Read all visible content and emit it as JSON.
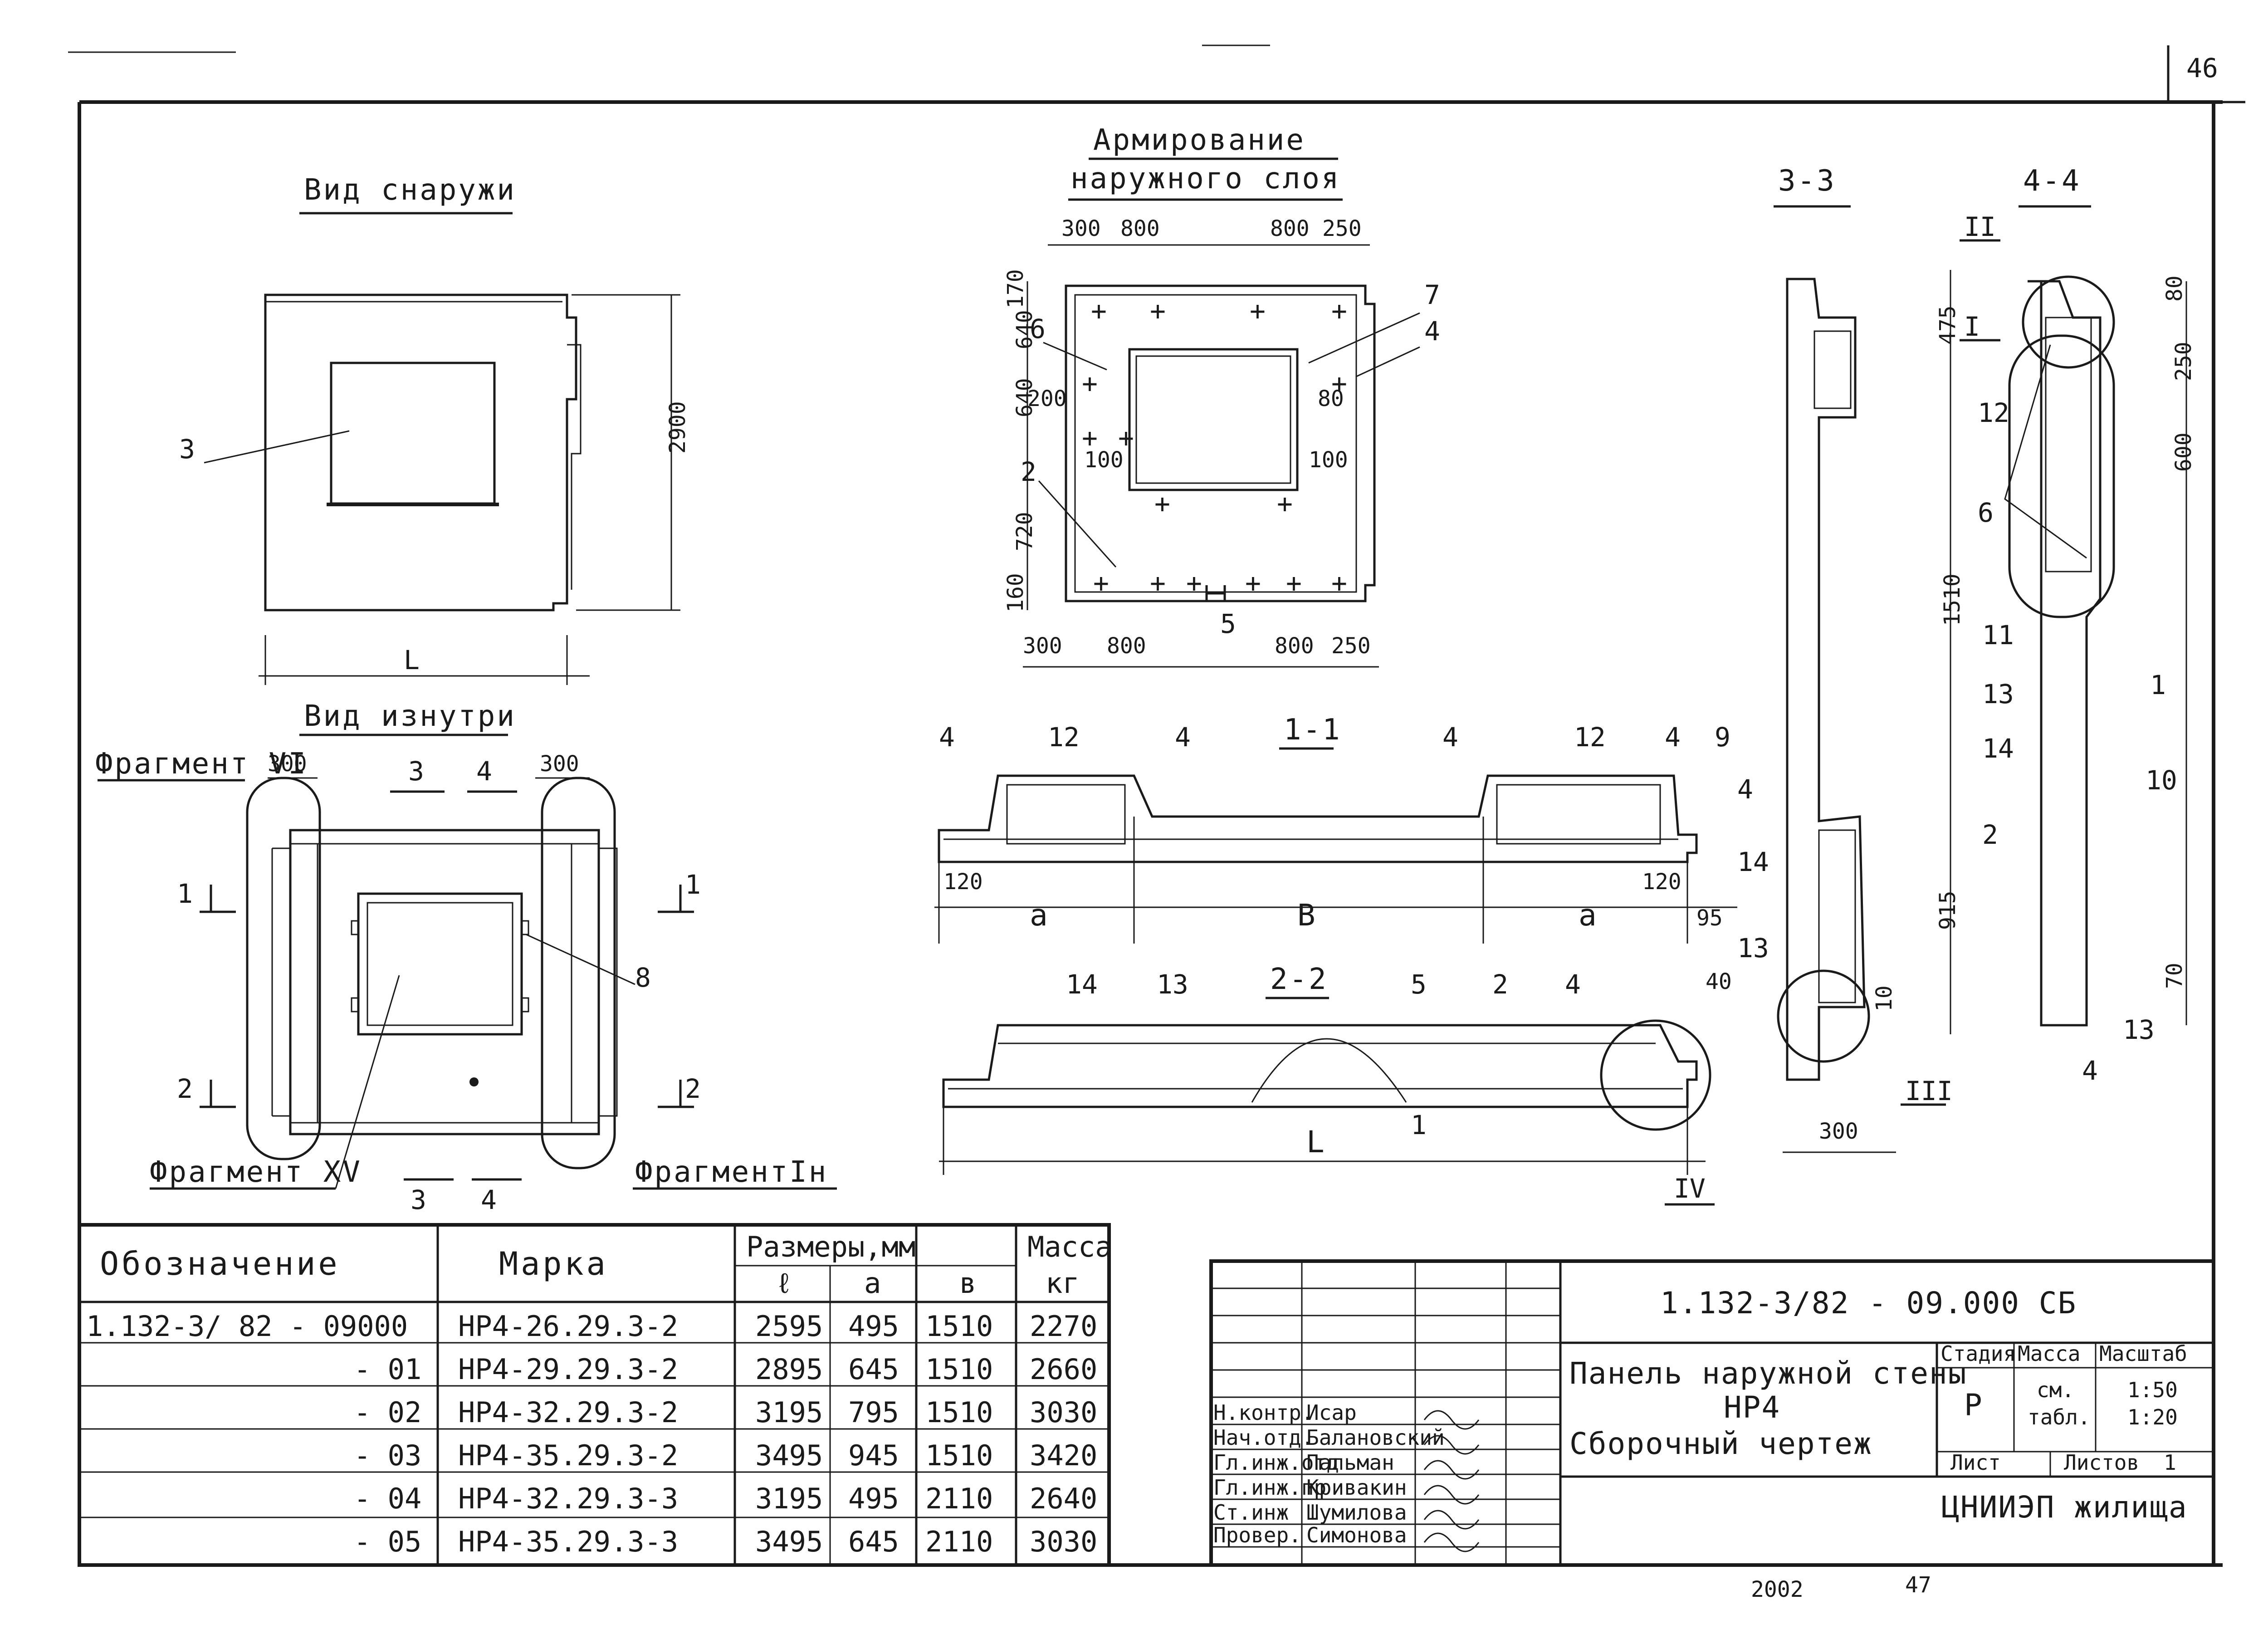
{
  "sheet_number": "46",
  "views": {
    "outside_title": "Вид снаружи",
    "outside_pos": "3",
    "outside_height": "2900",
    "outside_length": "L",
    "inside_title": "Вид изнутри",
    "fragment_vi": "Фрагмент VI",
    "fragment_xv": "Фрагмент XV",
    "fragment_in": "ФрагментIн",
    "inside_dim_left": "300",
    "inside_dim_right": "300",
    "inside_cut3": "3",
    "inside_cut4": "4",
    "inside_cut1": "1",
    "inside_cut2": "2",
    "inside_pos8": "8"
  },
  "reinforcement": {
    "title1": "Армирование",
    "title2": "наружного слоя",
    "top_dims": [
      "300",
      "800",
      "800",
      "250"
    ],
    "bottom_dims": [
      "300",
      "800",
      "800",
      "250"
    ],
    "left_dims": [
      "170",
      "640",
      "640",
      "720",
      "160"
    ],
    "inner_dims": [
      "200",
      "100",
      "100",
      "80"
    ],
    "positions": [
      "6",
      "7",
      "4",
      "2",
      "5"
    ]
  },
  "section_1_1": {
    "title": "1-1",
    "labels": [
      "4",
      "12",
      "4",
      "4",
      "12",
      "4",
      "9"
    ],
    "dims": [
      "120",
      "a",
      "B",
      "a",
      "120",
      "95"
    ]
  },
  "section_2_2": {
    "title": "2-2",
    "labels": [
      "14",
      "13",
      "5",
      "2",
      "4",
      "40",
      "1"
    ],
    "length": "L",
    "fragment": "IV"
  },
  "section_3_3": {
    "title": "3-3",
    "dims": [
      "475",
      "1510",
      "915",
      "10",
      "300"
    ],
    "labels": [
      "4",
      "14",
      "13"
    ],
    "fragment": "III"
  },
  "section_4_4": {
    "title": "4-4",
    "fragments": [
      "II",
      "I"
    ],
    "dims": [
      "80",
      "250",
      "600",
      "70"
    ],
    "labels": [
      "12",
      "6",
      "11",
      "13",
      "14",
      "2",
      "1",
      "10",
      "4",
      "13"
    ]
  },
  "spec_table": {
    "headers": {
      "designation": "Обозначение",
      "mark": "Марка",
      "dims": "Размеры,мм",
      "mass": "Масса",
      "mass_unit": "кг",
      "l": "ℓ",
      "a": "a",
      "b": "в"
    },
    "rows": [
      {
        "des": "1.132-3/ 82 - 09000",
        "mark": "НР4-26.29.3-2",
        "l": "2595",
        "a": "495",
        "b": "1510",
        "mass": "2270"
      },
      {
        "des": "- 01",
        "mark": "НР4-29.29.3-2",
        "l": "2895",
        "a": "645",
        "b": "1510",
        "mass": "2660"
      },
      {
        "des": "- 02",
        "mark": "НР4-32.29.3-2",
        "l": "3195",
        "a": "795",
        "b": "1510",
        "mass": "3030"
      },
      {
        "des": "- 03",
        "mark": "НР4-35.29.3-2",
        "l": "3495",
        "a": "945",
        "b": "1510",
        "mass": "3420"
      },
      {
        "des": "- 04",
        "mark": "НР4-32.29.3-3",
        "l": "3195",
        "a": "495",
        "b": "2110",
        "mass": "2640"
      },
      {
        "des": "- 05",
        "mark": "НР4-35.29.3-3",
        "l": "3495",
        "a": "645",
        "b": "2110",
        "mass": "3030"
      }
    ]
  },
  "title_block": {
    "code": "1.132-3/82 - 09.000 СБ",
    "name1": "Панель наружной стены",
    "name2": "НР4",
    "name3": "Сборочный чертеж",
    "stage_label": "Стадия",
    "mass_label": "Масса",
    "scale_label": "Масштаб",
    "stage": "Р",
    "mass1": "см.",
    "mass2": "табл.",
    "scale1": "1:50",
    "scale2": "1:20",
    "sheet_label": "Лист",
    "sheets_label": "Листов",
    "sheets": "1",
    "org": "ЦНИИЭП жилища",
    "roles": [
      {
        "role": "Н.контр.",
        "name": "Исар"
      },
      {
        "role": "Нач.отд.",
        "name": "Балановский"
      },
      {
        "role": "Гл.инж.отд",
        "name": "Пальман"
      },
      {
        "role": "Гл.инж.пр",
        "name": "Кривакин"
      },
      {
        "role": "Ст.инж",
        "name": "Шумилова"
      },
      {
        "role": "Провер.",
        "name": "Симонова"
      }
    ]
  },
  "footer": {
    "left": "2002",
    "right": "47"
  }
}
